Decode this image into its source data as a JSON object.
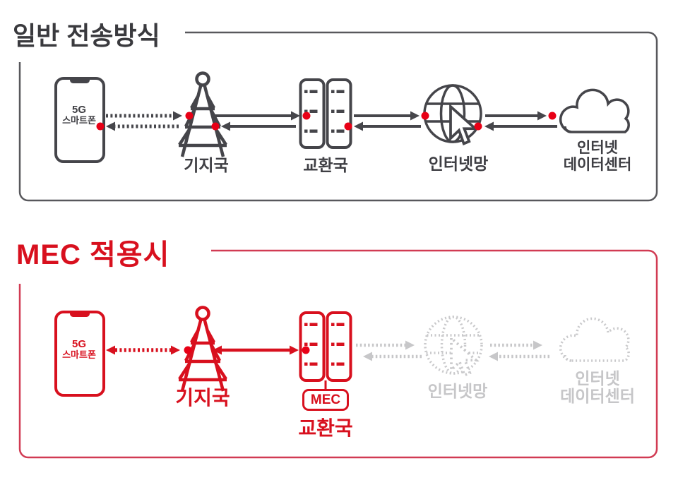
{
  "colors": {
    "primary_red": "#d8101e",
    "dot_red": "#e80016",
    "dark_gray": "#45454a",
    "disabled_gray": "#c9c9cb"
  },
  "general": {
    "title": "일반 전송방식",
    "phone": {
      "line1": "5G",
      "line2": "스마트폰"
    },
    "base_station": "기지국",
    "exchange": "교환국",
    "internet": "인터넷망",
    "datacenter_line1": "인터넷",
    "datacenter_line2": "데이터센터"
  },
  "mec": {
    "title": "MEC 적용시",
    "phone": {
      "line1": "5G",
      "line2": "스마트폰"
    },
    "base_station": "기지국",
    "exchange": "교환국",
    "badge": "MEC",
    "internet": "인터넷망",
    "datacenter_line1": "인터넷",
    "datacenter_line2": "데이터센터"
  }
}
